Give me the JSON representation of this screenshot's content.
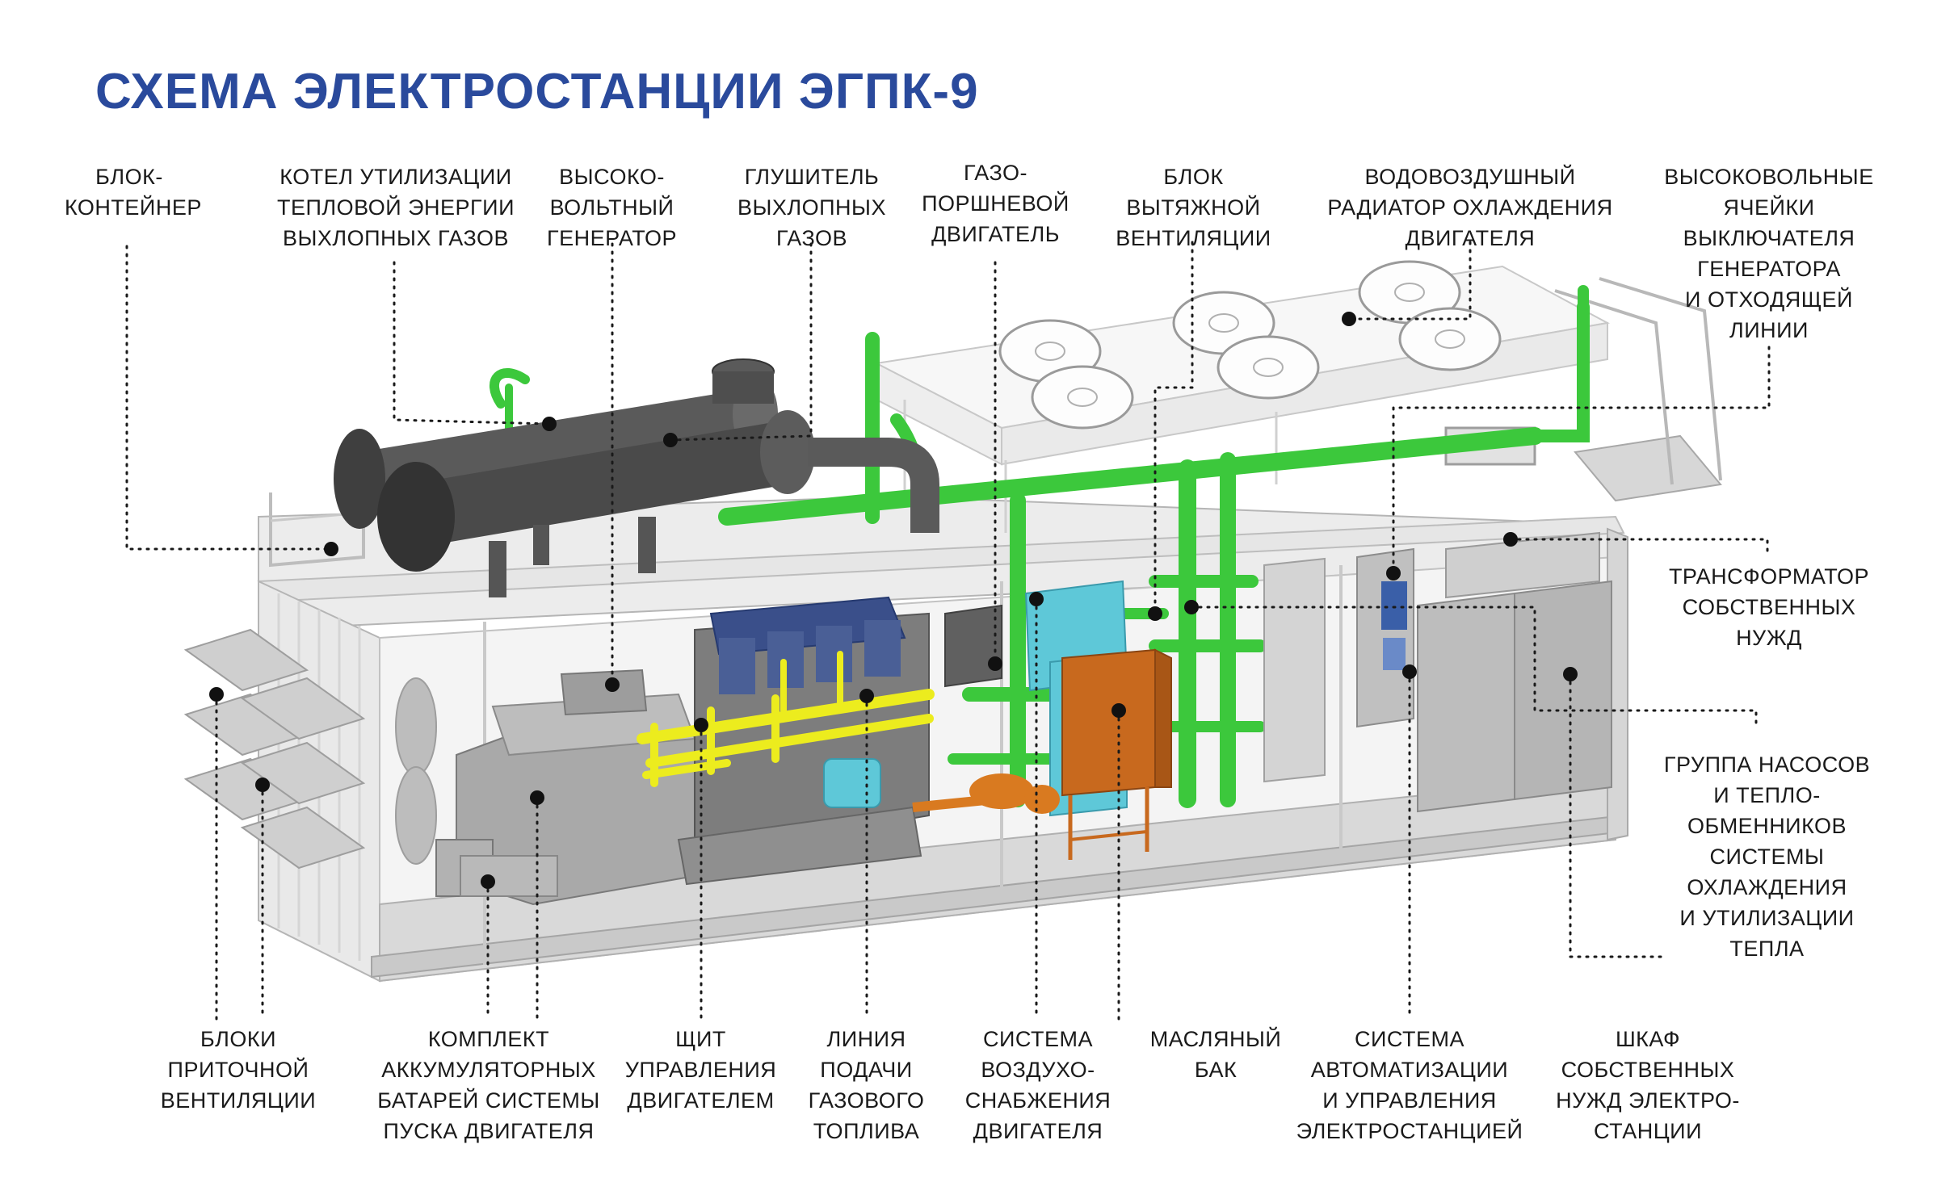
{
  "title": "СХЕМА ЭЛЕКТРОСТАНЦИИ ЭГПК-9",
  "labels": {
    "block_container": "БЛОК-\nКОНТЕЙНЕР",
    "boiler": "КОТЕЛ УТИЛИЗАЦИИ\nТЕПЛОВОЙ ЭНЕРГИИ\nВЫХЛОПНЫХ ГАЗОВ",
    "hv_generator": "ВЫСОКО-\nВОЛЬТНЫЙ\nГЕНЕРАТОР",
    "muffler": "ГЛУШИТЕЛЬ\nВЫХЛОПНЫХ\nГАЗОВ",
    "gas_engine": "ГАЗО-\nПОРШНЕВОЙ\nДВИГАТЕЛЬ",
    "exhaust_vent": "БЛОК\nВЫТЯЖНОЙ\nВЕНТИЛЯЦИИ",
    "radiator": "ВОДОВОЗДУШНЫЙ\nРАДИАТОР ОХЛАЖДЕНИЯ\nДВИГАТЕЛЯ",
    "hv_cells": "ВЫСОКОВОЛЬНЫЕ\nЯЧЕЙКИ\nВЫКЛЮЧАТЕЛЯ\nГЕНЕРАТОРА\nИ ОТХОДЯЩЕЙ\nЛИНИИ",
    "transformer": "ТРАНСФОРМАТОР\nСОБСТВЕННЫХ\nНУЖД",
    "pumps": "ГРУППА НАСОСОВ\nИ ТЕПЛО-\nОБМЕННИКОВ\nСИСТЕМЫ\nОХЛАЖДЕНИЯ\nИ УТИЛИЗАЦИИ\nТЕПЛА",
    "supply_vent": "БЛОКИ\nПРИТОЧНОЙ\nВЕНТИЛЯЦИИ",
    "batteries": "КОМПЛЕКТ\nАККУМУЛЯТОРНЫХ\nБАТАРЕЙ СИСТЕМЫ\nПУСКА ДВИГАТЕЛЯ",
    "engine_panel": "ЩИТ\nУПРАВЛЕНИЯ\nДВИГАТЕЛЕМ",
    "gas_line": "ЛИНИЯ\nПОДАЧИ\nГАЗОВОГО\nТОПЛИВА",
    "air_supply": "СИСТЕМА\nВОЗДУХО-\nСНАБЖЕНИЯ\nДВИГАТЕЛЯ",
    "oil_tank": "МАСЛЯНЫЙ\nБАК",
    "automation": "СИСТЕМА\nАВТОМАТИЗАЦИИ\nИ УПРАВЛЕНИЯ\nЭЛЕКТРОСТАНЦИЕЙ",
    "aux_cabinet": "ШКАФ\nСОБСТВЕННЫХ\nНУЖД ЭЛЕКТРО-\nСТАНЦИИ"
  },
  "colors": {
    "title": "#2a4a9c",
    "pipes_green": "#3cc83c",
    "gas_yellow": "#ecec1e",
    "oil_tank_orange": "#c8691e",
    "air_cyan": "#5ec8d8",
    "steel_dark": "#4a4a4a",
    "container_gray": "#dcdcdc"
  }
}
